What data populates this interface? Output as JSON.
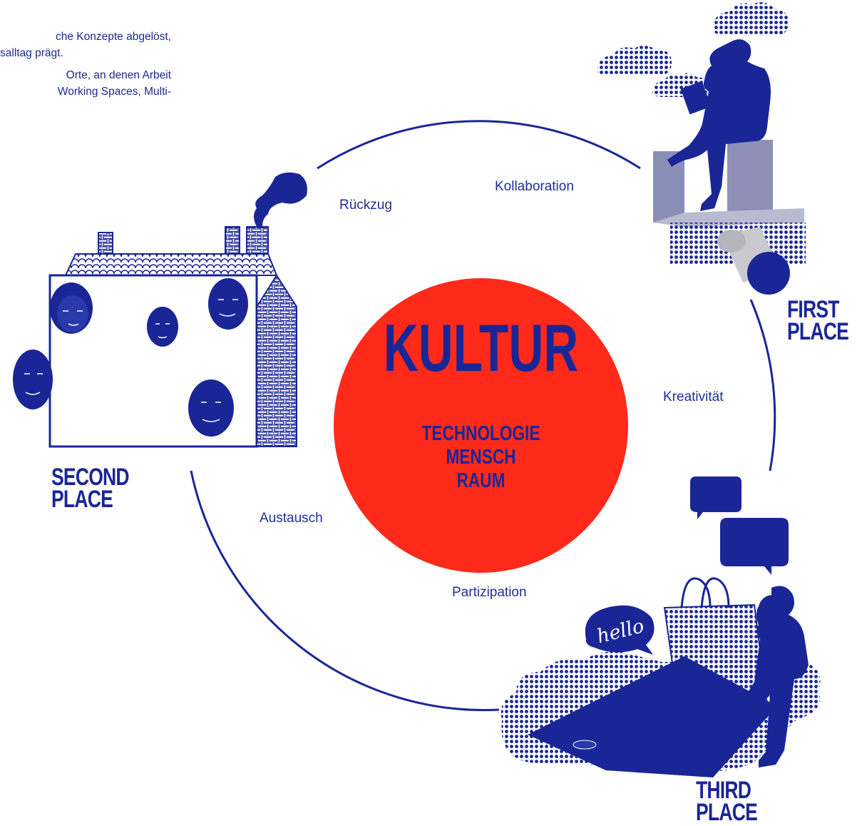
{
  "intro": {
    "lines": [
      "che Konzepte abgelöst,",
      "salltag prägt.",
      "Orte, an denen Arbeit",
      "Working Spaces, Multi-"
    ]
  },
  "center": {
    "title": "KULTUR",
    "sub": [
      "TECHNOLOGIE",
      "MENSCH",
      "RAUM"
    ]
  },
  "places": {
    "first": [
      "FIRST",
      "PLACE"
    ],
    "second": [
      "SECOND",
      "PLACE"
    ],
    "third": [
      "THIRD",
      "PLACE"
    ]
  },
  "cycle_labels": {
    "rueckzug": "Rückzug",
    "kollaboration": "Kollaboration",
    "kreativitaet": "Kreativität",
    "austausch": "Austausch",
    "partizipation": "Partizipation"
  },
  "speech_bubble": "hello",
  "colors": {
    "navy": "#1a2696",
    "red": "#ff2a1a",
    "grey": "#9a9fb8"
  }
}
